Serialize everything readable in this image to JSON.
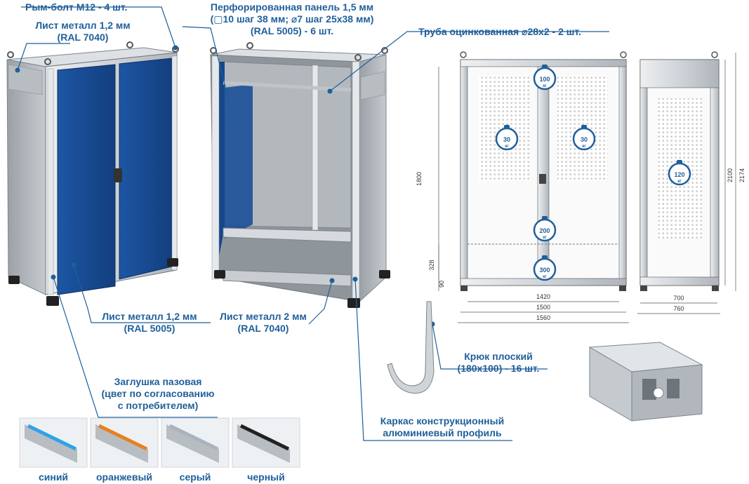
{
  "labels": {
    "eyebolt": "Рым-болт М12 - 4 шт.",
    "sheet_top_l1": "Лист металл 1,2 мм",
    "sheet_top_l2": "(RAL 7040)",
    "perf_l1": "Перфорированная панель 1,5 мм",
    "perf_l2": "(▢10 шаг 38 мм; ⌀7 шаг 25x38 мм)",
    "perf_l3": "(RAL 5005) - 6 шт.",
    "pipe": "Труба оцинкованная ⌀28x2 - 2 шт.",
    "sheet_door_l1": "Лист металл 1,2 мм",
    "sheet_door_l2": "(RAL 5005)",
    "sheet_floor_l1": "Лист металл 2 мм",
    "sheet_floor_l2": "(RAL 7040)",
    "plug_l1": "Заглушка пазовая",
    "plug_l2": "(цвет по согласованию",
    "plug_l3": "с потребителем)",
    "hook_l1": "Крюк плоский",
    "hook_l2": "(180x100) - 16 шт.",
    "frame_l1": "Каркас конструкционный",
    "frame_l2": "алюминиевый профиль"
  },
  "swatches": [
    {
      "name": "синий",
      "color": "#2ea3e6"
    },
    {
      "name": "оранжевый",
      "color": "#e8801f"
    },
    {
      "name": "серый",
      "color": "#a9b3bd"
    },
    {
      "name": "черный",
      "color": "#222222"
    }
  ],
  "loads": [
    {
      "value": "100",
      "unit": "кг"
    },
    {
      "value": "30",
      "unit": "кг"
    },
    {
      "value": "30",
      "unit": "кг"
    },
    {
      "value": "200",
      "unit": "кг"
    },
    {
      "value": "300",
      "unit": "кг"
    },
    {
      "value": "120",
      "unit": "кг"
    }
  ],
  "dimensions": {
    "w_inner": "1420",
    "w_mid": "1500",
    "w_outer": "1560",
    "h_1800": "1800",
    "h_328": "328",
    "h_90": "90",
    "h_2100": "2100",
    "h_2174": "2174",
    "d_700": "700",
    "d_760": "760"
  },
  "colors": {
    "accent": "#1f5f9a",
    "door_blue": "#1b4f98",
    "panel_gray": "#c4c7cb",
    "frame_gray": "#d9dde1"
  }
}
